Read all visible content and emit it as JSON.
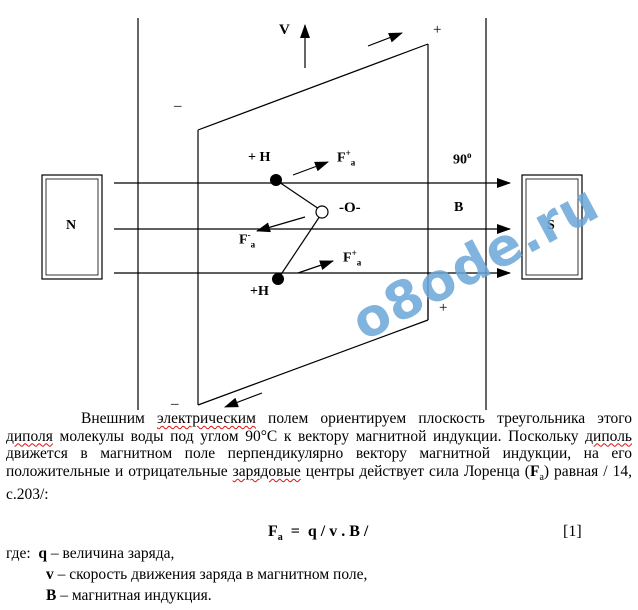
{
  "diagram": {
    "label_v": "V",
    "label_plus_top": "+",
    "label_minus_top": "–",
    "label_plus_h_top": "+ H",
    "label_fa_top_main": "F",
    "label_fa_top_sup": "+",
    "label_fa_top_sub": "a",
    "label_angle": "90",
    "label_angle_sup": "o",
    "label_o": "-O-",
    "label_b": "B",
    "label_n": "N",
    "label_s": "S",
    "label_fa_mid_main": "F",
    "label_fa_mid_sup": "-",
    "label_fa_mid_sub": "a",
    "label_fa_low_main": "F",
    "label_fa_low_sup": "+",
    "label_fa_low_sub": "a",
    "label_plus_h_bottom": "+H",
    "label_plus_bottom": "+",
    "label_minus_bottom": "–"
  },
  "watermark": "o8ode.ru",
  "text": {
    "para_1": "Внешним ",
    "para_w1": "электрическим",
    "para_2": " полем ориентируем плоскость треугольника этого ",
    "para_w2": "диполя",
    "para_3": " молекулы воды под углом 90°С к вектору магнитной индукции. Поскольку ",
    "para_w3": "диполь",
    "para_4": " движется в магнитном поле перпендикулярно вектору магнитной индукции, на его положительные и отрицательные ",
    "para_w4": "зарядовые",
    "para_5": " центры действует сила Лоренца (",
    "para_f": "F",
    "para_fsub": "а",
    "para_6": ") равная / 14, с.203/:",
    "formula_f": "F",
    "formula_sub": "a",
    "formula_rest": "  =  q / v . B /",
    "eq_number": "[1]",
    "where_prefix": "где:  ",
    "where_q": "q",
    "where_q_text": " – величина заряда,",
    "where_v": "v",
    "where_v_text": " – скорость движения заряда в магнитном поле,",
    "where_b": "B",
    "where_b_text": " – магнитная индукция."
  }
}
